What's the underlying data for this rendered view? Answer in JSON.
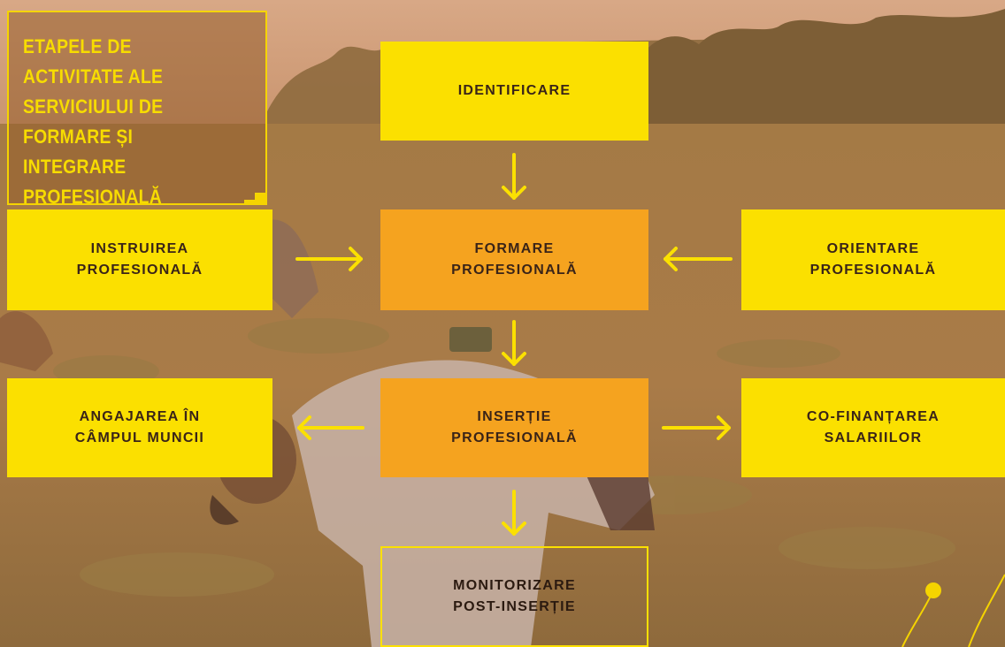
{
  "title": "ETAPELE DE ACTIVITATE ALE SERVICIULUI DE FORMARE ȘI INTEGRARE PROFESIONALĂ",
  "nodes": {
    "identificare": "IDENTIFICARE",
    "instruirea": "INSTRUIREA PROFESIONALĂ",
    "formare": "FORMARE PROFESIONALĂ",
    "orientare": "ORIENTARE PROFESIONALĂ",
    "angajarea": "ANGAJAREA ÎN CÂMPUL MUNCII",
    "insertie": "INSERȚIE PROFESIONALĂ",
    "cofinantarea": "CO-FINANȚAREA SALARIILOR",
    "monitorizare": "MONITORIZARE POST-INSERȚIE"
  },
  "edges": [
    {
      "from": "identificare",
      "to": "formare"
    },
    {
      "from": "instruirea",
      "to": "formare"
    },
    {
      "from": "orientare",
      "to": "formare"
    },
    {
      "from": "formare",
      "to": "insertie"
    },
    {
      "from": "insertie",
      "to": "angajarea"
    },
    {
      "from": "insertie",
      "to": "cofinantarea"
    },
    {
      "from": "insertie",
      "to": "monitorizare"
    }
  ],
  "colors": {
    "accent_yellow": "#fbe000",
    "accent_orange": "#f5a31f",
    "box_text": "#3a2418",
    "title_text": "#f7dc00"
  }
}
